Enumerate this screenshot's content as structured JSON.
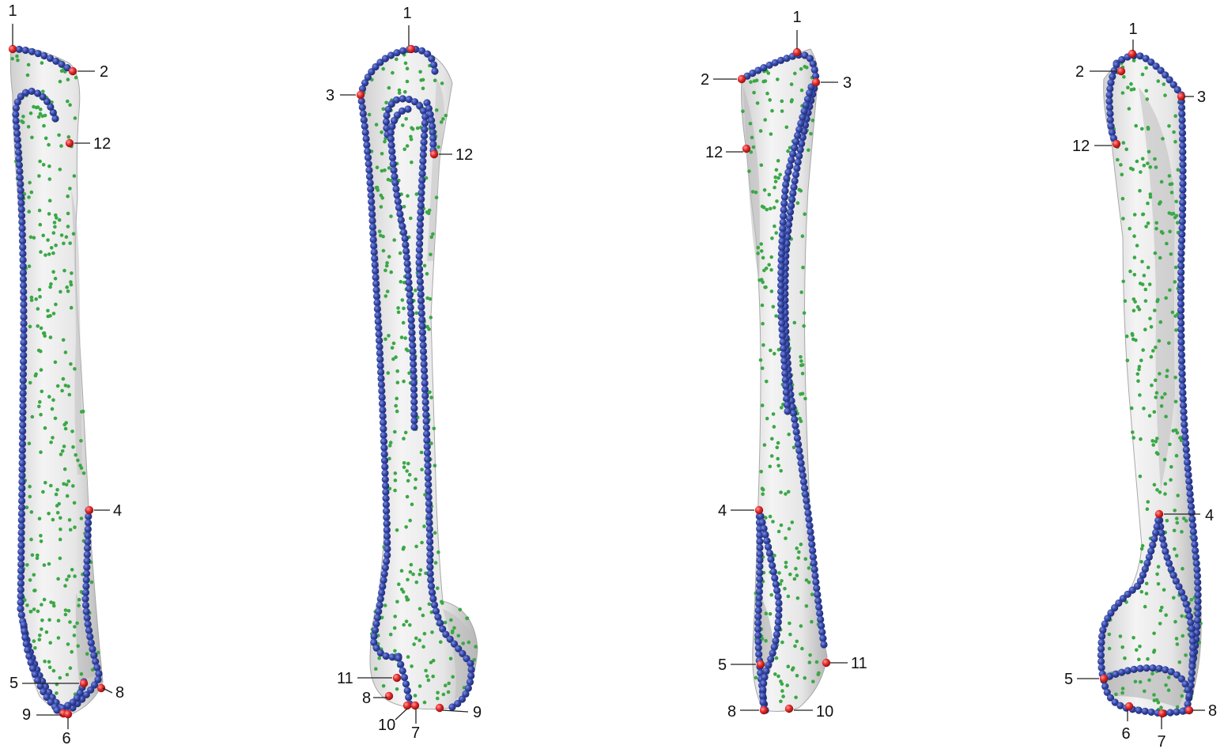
{
  "colors": {
    "background": "#ffffff",
    "bone_fill": "#ececec",
    "bone_shade": "#bdbdbd",
    "curve_semilandmark": "#2e3f9e",
    "surface_semilandmark": "#3aa845",
    "fixed_landmark": "#e02020",
    "label_text": "#111111"
  },
  "views": [
    {
      "name": "view-1",
      "landmarks": [
        {
          "id": "1",
          "label": "1"
        },
        {
          "id": "2",
          "label": "2"
        },
        {
          "id": "12",
          "label": "12"
        },
        {
          "id": "4",
          "label": "4"
        },
        {
          "id": "5",
          "label": "5"
        },
        {
          "id": "8",
          "label": "8"
        },
        {
          "id": "9",
          "label": "9"
        },
        {
          "id": "6",
          "label": "6"
        }
      ]
    },
    {
      "name": "view-2",
      "landmarks": [
        {
          "id": "1",
          "label": "1"
        },
        {
          "id": "3",
          "label": "3"
        },
        {
          "id": "12",
          "label": "12"
        },
        {
          "id": "11",
          "label": "11"
        },
        {
          "id": "8",
          "label": "8"
        },
        {
          "id": "10",
          "label": "10"
        },
        {
          "id": "7",
          "label": "7"
        },
        {
          "id": "9",
          "label": "9"
        }
      ]
    },
    {
      "name": "view-3",
      "landmarks": [
        {
          "id": "1",
          "label": "1"
        },
        {
          "id": "2",
          "label": "2"
        },
        {
          "id": "3",
          "label": "3"
        },
        {
          "id": "12",
          "label": "12"
        },
        {
          "id": "4",
          "label": "4"
        },
        {
          "id": "5",
          "label": "5"
        },
        {
          "id": "11",
          "label": "11"
        },
        {
          "id": "8",
          "label": "8"
        },
        {
          "id": "10",
          "label": "10"
        }
      ]
    },
    {
      "name": "view-4",
      "landmarks": [
        {
          "id": "1",
          "label": "1"
        },
        {
          "id": "2",
          "label": "2"
        },
        {
          "id": "3",
          "label": "3"
        },
        {
          "id": "12",
          "label": "12"
        },
        {
          "id": "4",
          "label": "4"
        },
        {
          "id": "5",
          "label": "5"
        },
        {
          "id": "6",
          "label": "6"
        },
        {
          "id": "7",
          "label": "7"
        },
        {
          "id": "8",
          "label": "8"
        }
      ]
    }
  ]
}
